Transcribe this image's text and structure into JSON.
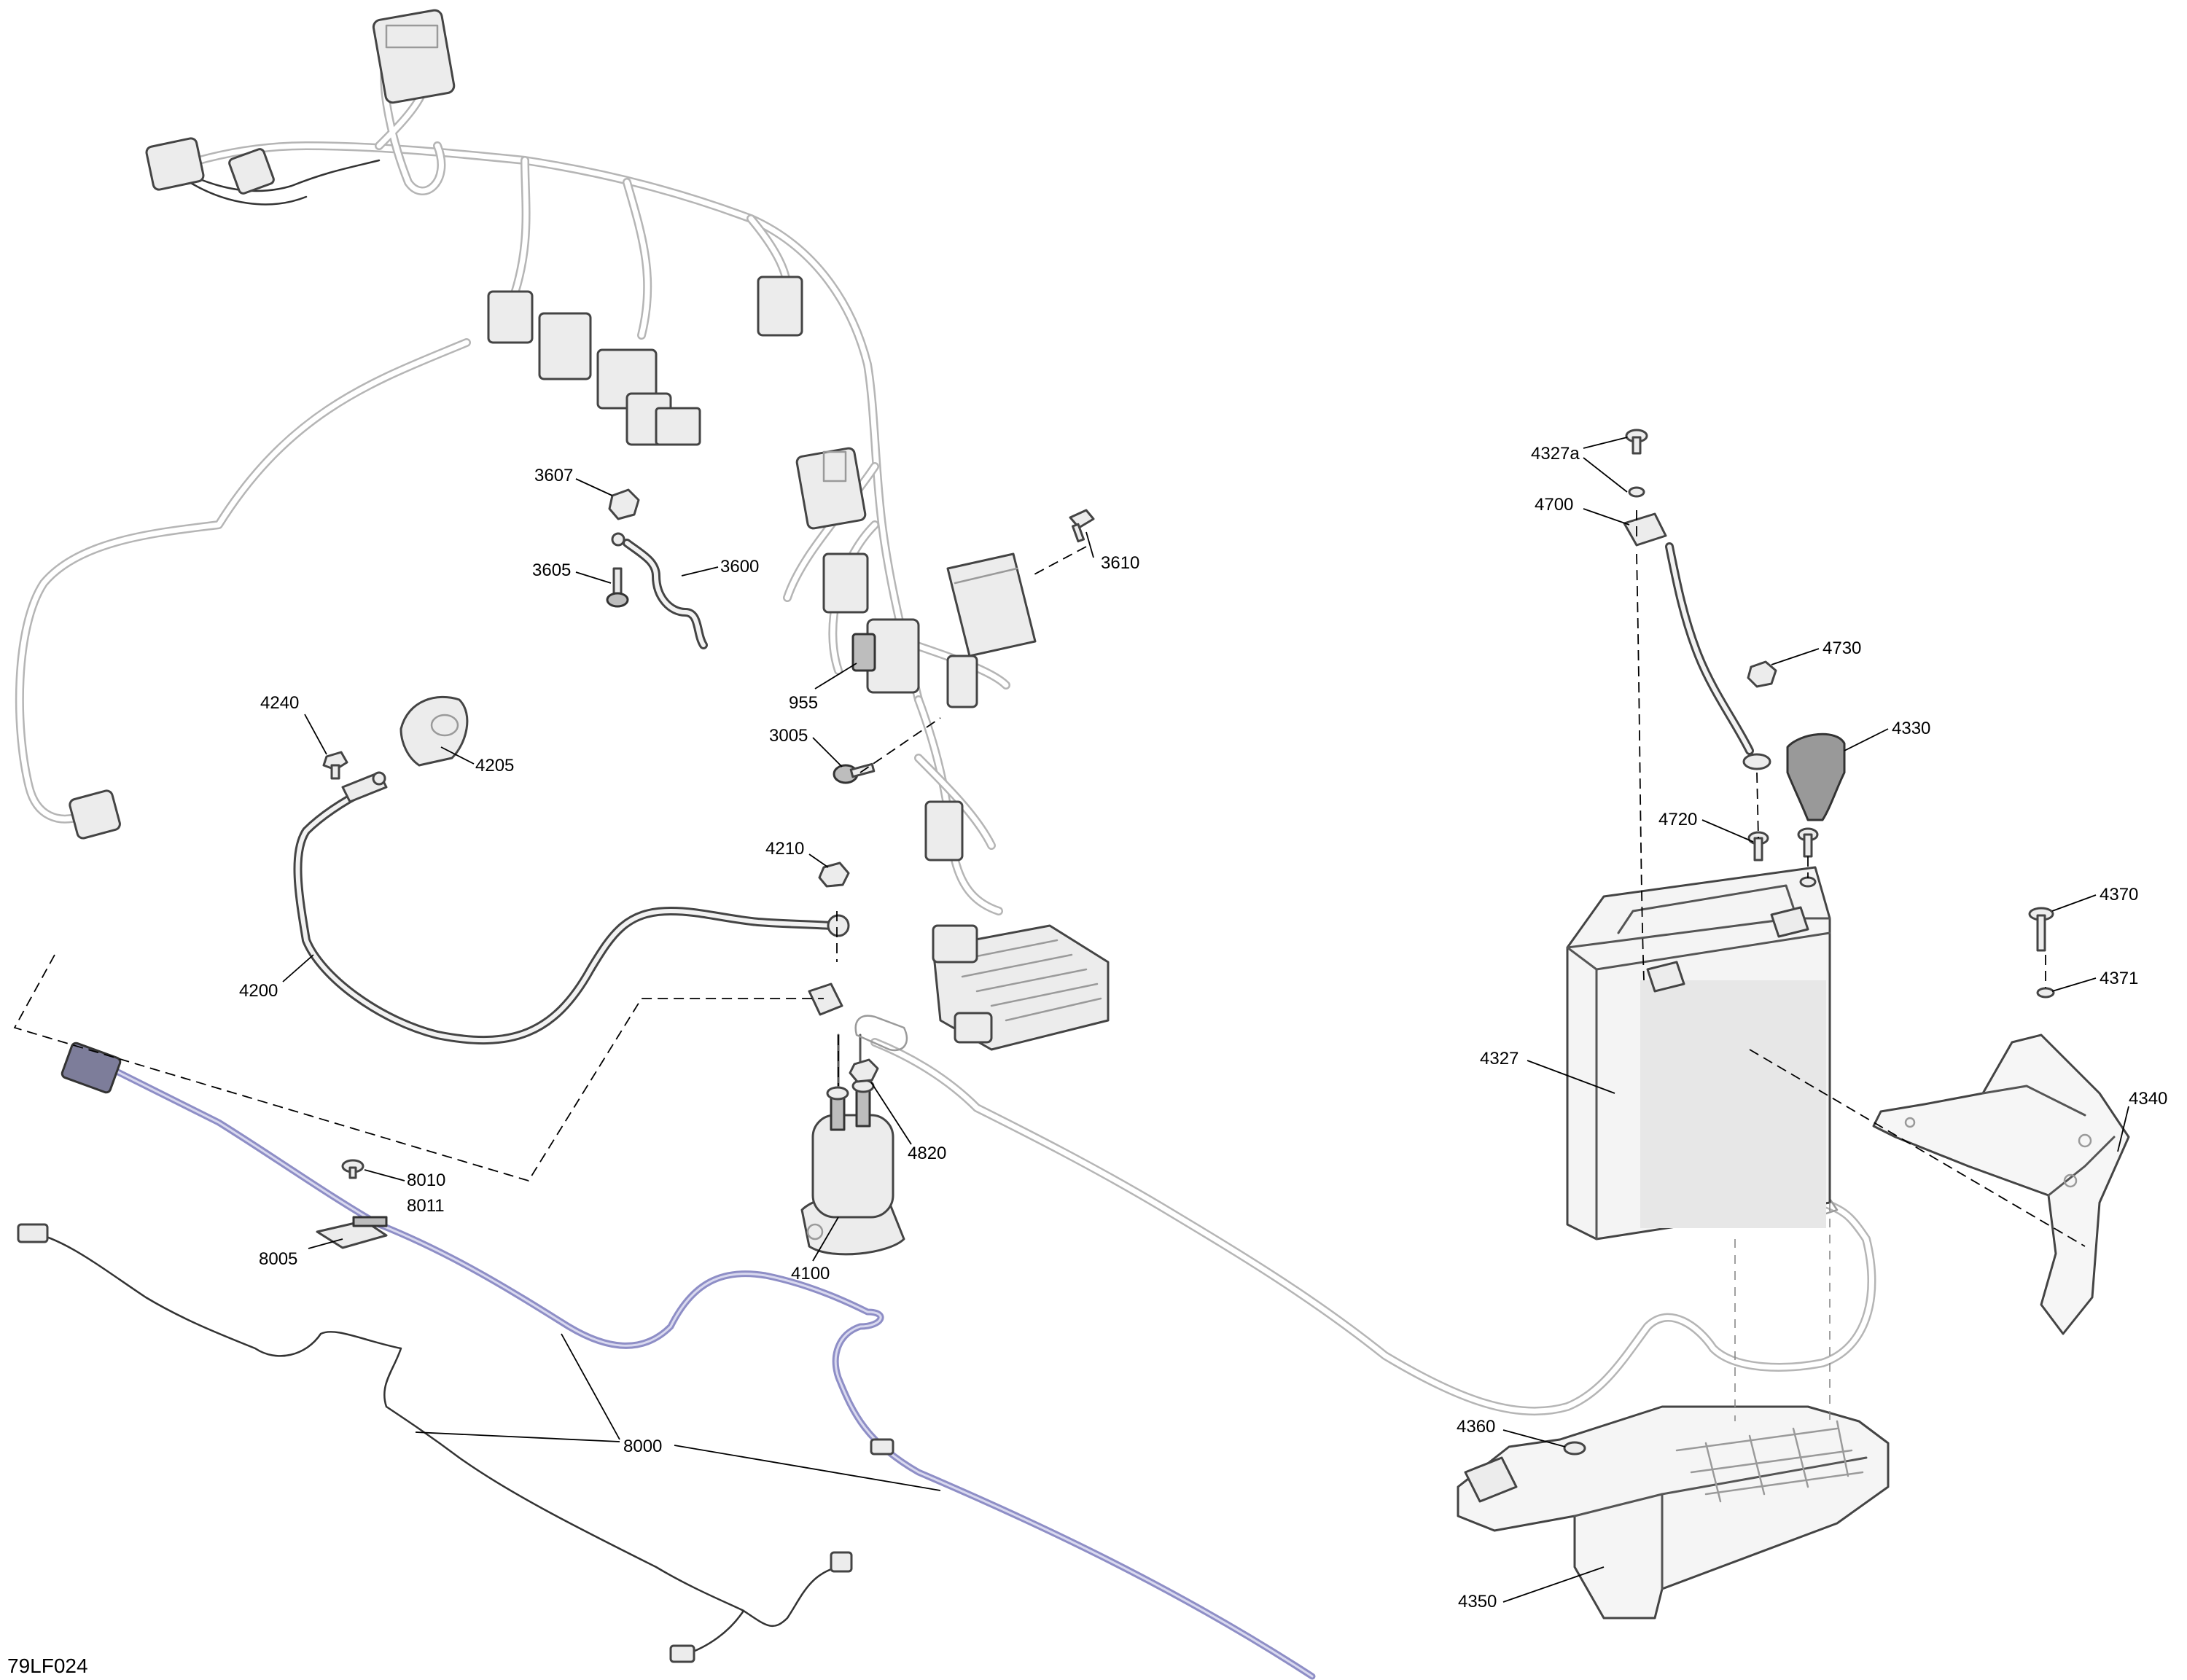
{
  "figure_code": "79LF024",
  "callouts": [
    {
      "id": "c3607",
      "label": "3607"
    },
    {
      "id": "c3605",
      "label": "3605"
    },
    {
      "id": "c3600",
      "label": "3600"
    },
    {
      "id": "c3610",
      "label": "3610"
    },
    {
      "id": "c955",
      "label": "955"
    },
    {
      "id": "c3005",
      "label": "3005"
    },
    {
      "id": "c4240",
      "label": "4240"
    },
    {
      "id": "c4205",
      "label": "4205"
    },
    {
      "id": "c4210",
      "label": "4210"
    },
    {
      "id": "c4200",
      "label": "4200"
    },
    {
      "id": "c4820",
      "label": "4820"
    },
    {
      "id": "c4100",
      "label": "4100"
    },
    {
      "id": "c8010",
      "label": "8010"
    },
    {
      "id": "c8011",
      "label": "8011"
    },
    {
      "id": "c8005",
      "label": "8005"
    },
    {
      "id": "c8000",
      "label": "8000"
    },
    {
      "id": "c4327a",
      "label": "4327a"
    },
    {
      "id": "c4700",
      "label": "4700"
    },
    {
      "id": "c4730",
      "label": "4730"
    },
    {
      "id": "c4330",
      "label": "4330"
    },
    {
      "id": "c4720",
      "label": "4720"
    },
    {
      "id": "c4327",
      "label": "4327"
    },
    {
      "id": "c4370",
      "label": "4370"
    },
    {
      "id": "c4371",
      "label": "4371"
    },
    {
      "id": "c4340",
      "label": "4340"
    },
    {
      "id": "c4360",
      "label": "4360"
    },
    {
      "id": "c4350",
      "label": "4350"
    }
  ]
}
